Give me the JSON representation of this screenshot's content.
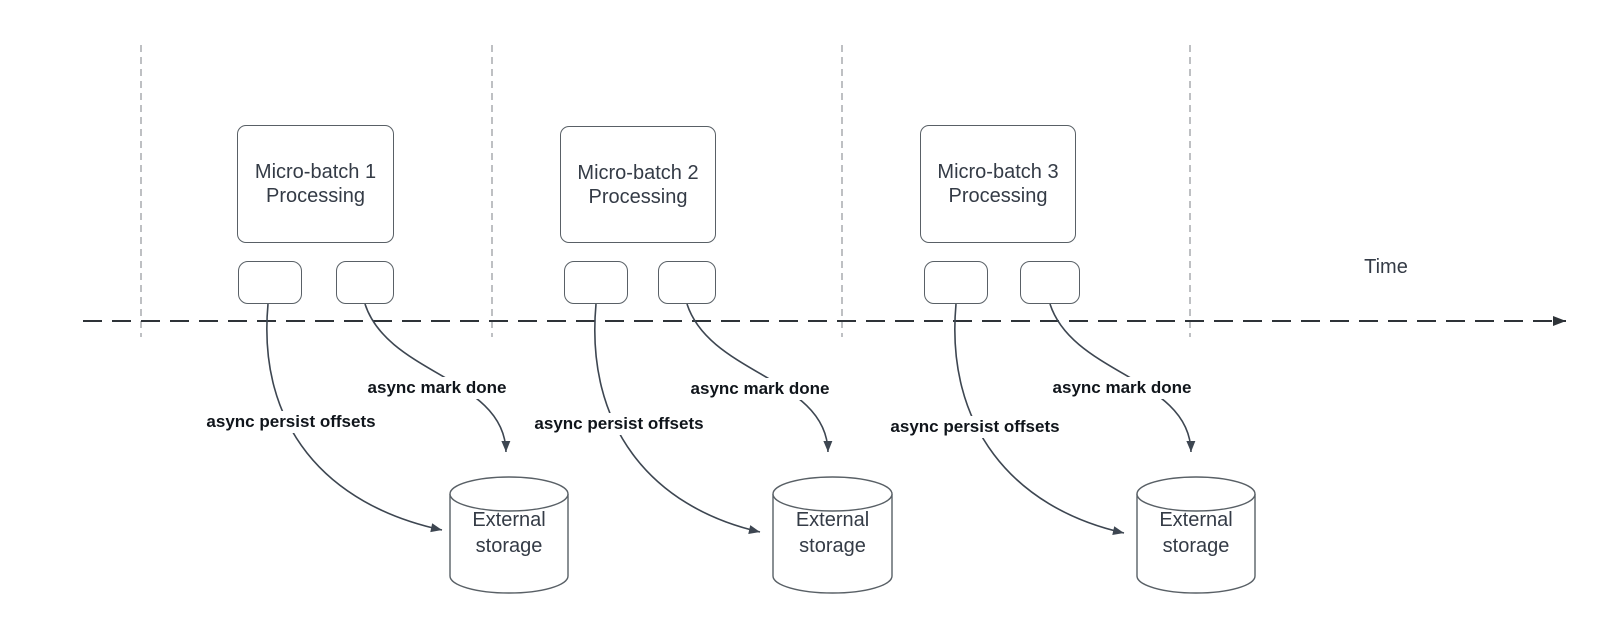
{
  "time_label": "Time",
  "batches": [
    {
      "title_line1": "Micro-batch 1",
      "title_line2": "Processing",
      "persist_label": "async persist offsets",
      "mark_done_label": "async mark done",
      "storage_line1": "External",
      "storage_line2": "storage"
    },
    {
      "title_line1": "Micro-batch 2",
      "title_line2": "Processing",
      "persist_label": "async persist offsets",
      "mark_done_label": "async mark done",
      "storage_line1": "External",
      "storage_line2": "storage"
    },
    {
      "title_line1": "Micro-batch 3",
      "title_line2": "Processing",
      "persist_label": "async persist offsets",
      "mark_done_label": "async mark done",
      "storage_line1": "External",
      "storage_line2": "storage"
    }
  ],
  "colors": {
    "shape-stroke": "#596066",
    "arrow": "#3d4651",
    "timeline": "#2e3338",
    "gridline": "#a8abaf",
    "shape-text": "#343b46",
    "edge-text": "#10151b"
  }
}
